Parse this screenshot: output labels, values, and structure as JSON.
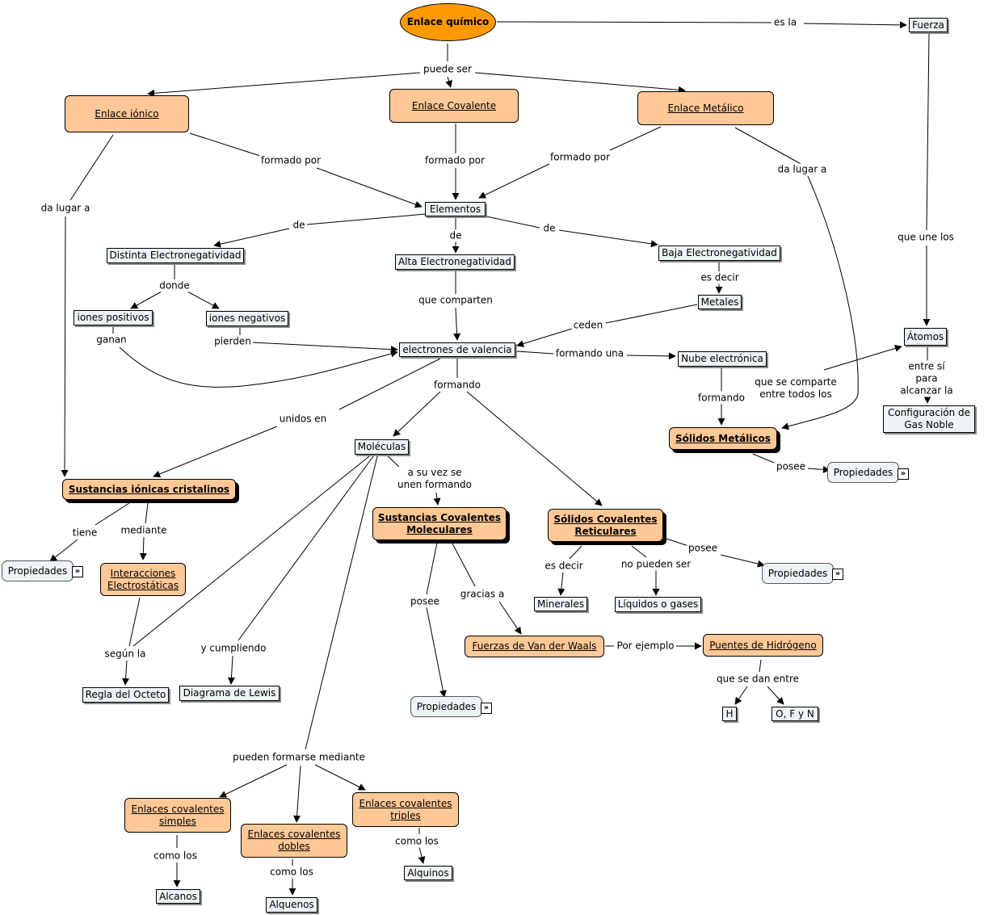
{
  "nodes": {
    "enlace_quimico": "Enlace químico",
    "fuerza": "Fuerza",
    "enlace_ionico": "Enlace iónico",
    "enlace_covalente": "Enlace Covalente",
    "enlace_metalico": "Enlace Metálico",
    "elementos": "Elementos",
    "distinta_electro": "Distinta Electronegatividad",
    "alta_electro": "Alta Electronegatividad",
    "baja_electro": "Baja Electronegatividad",
    "metales": "Metales",
    "iones_positivos": "iones positivos",
    "iones_negativos": "iones negativos",
    "electrones_valencia": "electrones de valencia",
    "nube_electronica": "Nube electrónica",
    "atomos": "Átomos",
    "config_gas_noble": "Configuración de\nGas Noble",
    "solidos_metalicos": "Sólidos Metálicos",
    "propiedades_metalicos": "Propiedades",
    "moleculas": "Moléculas",
    "sustancias_ionicas": "Sustancias iónicas cristalinos",
    "propiedades_ionicas": "Propiedades",
    "interacciones": "Interacciones\nElectrostáticas",
    "sustancias_covalentes": "Sustancias Covalentes\nMoleculares",
    "solidos_reticulares": "Sólidos Covalentes\nReticulares",
    "propiedades_reticulares": "Propiedades",
    "minerales": "Minerales",
    "liquidos_gases": "Líquidos o gases",
    "van_der_waals": "Fuerzas de Van der Waals",
    "puentes_hidrogeno": "Puentes de Hidrógeno",
    "h": "H",
    "ofn": "O, F y N",
    "regla_octeto": "Regla del Octeto",
    "diagrama_lewis": "Diagrama de Lewis",
    "propiedades_covalentes": "Propiedades",
    "enlaces_simples": "Enlaces covalentes\nsimples",
    "enlaces_dobles": "Enlaces covalentes\ndobles",
    "enlaces_triples": "Enlaces covalentes\ntriples",
    "alcanos": "Alcanos",
    "alquenos": "Alquenos",
    "alquinos": "Alquinos"
  },
  "links": {
    "es_la": "es la",
    "puede_ser": "puede ser",
    "formado_por_1": "formado por",
    "formado_por_2": "formado por",
    "formado_por_3": "formado por",
    "da_lugar_a_1": "da lugar a",
    "da_lugar_a_2": "da lugar a",
    "de_1": "de",
    "de_2": "de",
    "de_3": "de",
    "que_une_los": "que une los",
    "donde": "donde",
    "es_decir_1": "es decir",
    "que_comparten": "que comparten",
    "ceden": "ceden",
    "ganan": "ganan",
    "pierden": "pierden",
    "formando_una": "formando una",
    "entre_si": "entre sí para alcanzar la",
    "que_se_comparte": "que se comparte\nentre todos los",
    "formando_1": "formando",
    "formando_2": "formando",
    "posee_1": "posee",
    "unidos_en": "unidos en",
    "a_su_vez": "a su vez se\nunen formando",
    "tiene": "tiene",
    "mediante": "mediante",
    "posee_2": "posee",
    "es_decir_2": "es decir",
    "no_pueden_ser": "no pueden ser",
    "posee_3": "posee",
    "gracias_a": "gracias a",
    "por_ejemplo": "Por ejemplo",
    "que_se_dan_entre": "que se dan entre",
    "segun_la": "según la",
    "y_cumpliendo": "y cumpliendo",
    "pueden_formarse": "pueden formarse mediante",
    "como_los_1": "como los",
    "como_los_2": "como los",
    "como_los_3": "como los"
  },
  "icons": {
    "expand": "»"
  }
}
